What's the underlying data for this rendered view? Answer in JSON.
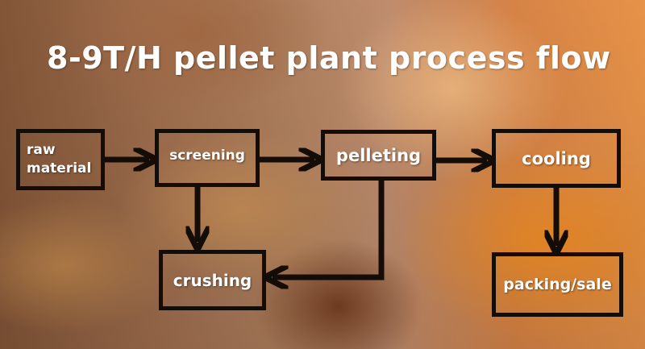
{
  "title": "8-9T/H pellet plant process flow",
  "nodes": {
    "raw_material": [
      "raw",
      "material"
    ],
    "screening": "screening",
    "pelleting": "pelleting",
    "cooling": "cooling",
    "crushing": "crushing",
    "packing": "packing/sale"
  },
  "edges": [
    [
      "raw material",
      "screening"
    ],
    [
      "screening",
      "pelleting"
    ],
    [
      "screening",
      "crushing"
    ],
    [
      "pelleting",
      "cooling"
    ],
    [
      "pelleting",
      "crushing"
    ],
    [
      "cooling",
      "packing/sale"
    ]
  ],
  "colors": {
    "stroke": "#140c06",
    "text": "#ffffff"
  }
}
